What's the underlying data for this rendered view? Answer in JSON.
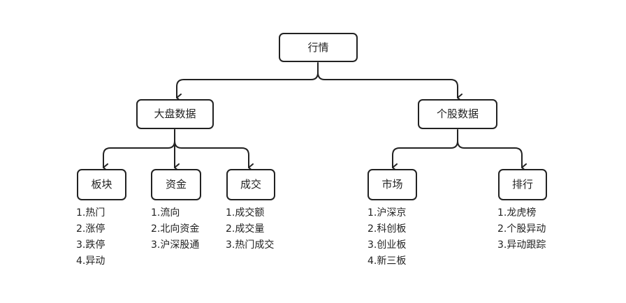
{
  "root": {
    "label": "行情"
  },
  "branches": [
    {
      "label": "大盘数据",
      "children": [
        {
          "label": "板块",
          "items": [
            "1.热门",
            "2.涨停",
            "3.跌停",
            "4.异动"
          ]
        },
        {
          "label": "资金",
          "items": [
            "1.流向",
            "2.北向资金",
            "3.沪深股通"
          ]
        },
        {
          "label": "成交",
          "items": [
            "1.成交额",
            "2.成交量",
            "3.热门成交"
          ]
        }
      ]
    },
    {
      "label": "个股数据",
      "children": [
        {
          "label": "市场",
          "items": [
            "1.沪深京",
            "2.科创板",
            "3.创业板",
            "4.新三板"
          ]
        },
        {
          "label": "排行",
          "items": [
            "1.龙虎榜",
            "2.个股异动",
            "3.异动跟踪"
          ]
        }
      ]
    }
  ],
  "colors": {
    "stroke": "#222222",
    "background": "#ffffff",
    "text": "#222222"
  }
}
